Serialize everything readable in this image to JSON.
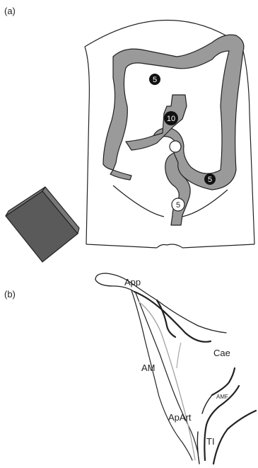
{
  "panel_a": {
    "label": "(a)",
    "markers": [
      {
        "id": "m1",
        "text": "5",
        "style": "filled"
      },
      {
        "id": "m2",
        "text": "10",
        "style": "filled"
      },
      {
        "id": "m3",
        "text": "5",
        "style": "filled"
      },
      {
        "id": "m4",
        "text": "5",
        "style": "open"
      }
    ],
    "colors": {
      "colon_fill": "#9a9a9a",
      "probe_fill": "#5a5a5a",
      "marker_filled": "#111111",
      "marker_open": "#ffffff"
    }
  },
  "panel_b": {
    "label": "(b)",
    "labels": {
      "app": "App",
      "cae": "Cae",
      "am": "AM",
      "amf": "AMF",
      "apart": "ApArt",
      "ti": "TI"
    }
  }
}
